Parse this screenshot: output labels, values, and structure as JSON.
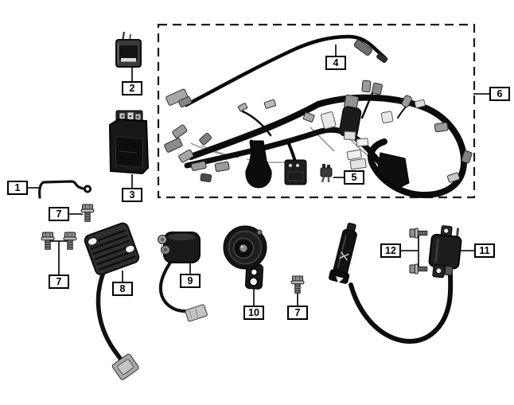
{
  "diagram": {
    "kind": "electrical-parts-diagram",
    "colors": {
      "background": "#ffffff",
      "line": "#1a1a1a",
      "label_bg": "#ffffff",
      "label_border": "#000000"
    }
  },
  "callouts": [
    {
      "number": "1",
      "part": "wire-clamp"
    },
    {
      "number": "2",
      "part": "relay"
    },
    {
      "number": "3",
      "part": "cdi-unit"
    },
    {
      "number": "4",
      "part": "cable"
    },
    {
      "number": "5",
      "part": "fuse"
    },
    {
      "number": "6",
      "part": "wire-harness-assembly"
    },
    {
      "number": "7",
      "part": "flange-bolt"
    },
    {
      "number": "7",
      "part": "flange-bolt-pair"
    },
    {
      "number": "7",
      "part": "flange-bolt"
    },
    {
      "number": "8",
      "part": "rectifier-regulator"
    },
    {
      "number": "9",
      "part": "starter-relay"
    },
    {
      "number": "10",
      "part": "horn"
    },
    {
      "number": "11",
      "part": "ignition-coil"
    },
    {
      "number": "12",
      "part": "coil-mount-bolts"
    }
  ]
}
